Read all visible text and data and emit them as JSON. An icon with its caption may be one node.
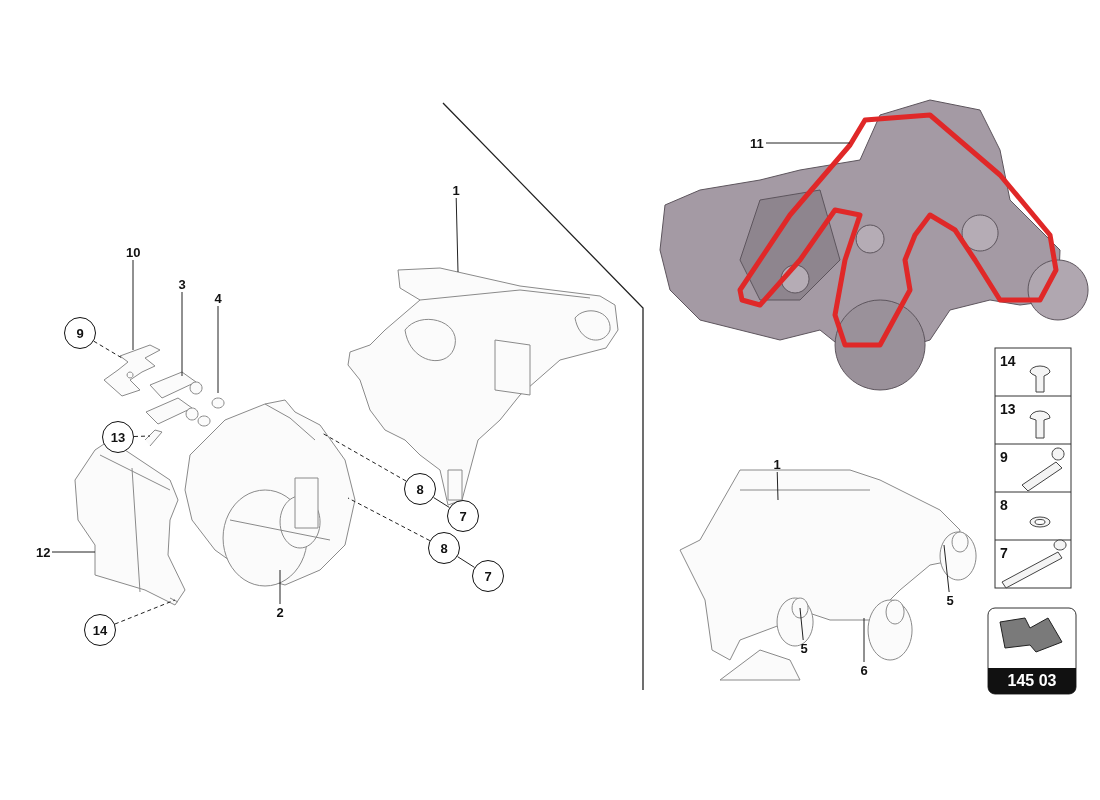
{
  "diagram": {
    "nodes": [
      {
        "text": [
          "1"
        ]
      },
      {
        "text": [
          "11"
        ]
      },
      {
        "text": [
          "10"
        ]
      },
      {
        "text": [
          "3"
        ]
      },
      {
        "text": [
          "4"
        ]
      },
      {
        "text": [
          "9"
        ]
      },
      {
        "text": [
          "1"
        ]
      },
      {
        "text": [
          "13"
        ]
      },
      {
        "text": [
          "8"
        ]
      },
      {
        "text": [
          "7"
        ]
      },
      {
        "text": [
          "8"
        ]
      },
      {
        "text": [
          "7"
        ]
      },
      {
        "text": [
          "12"
        ]
      },
      {
        "text": [
          "5"
        ]
      },
      {
        "text": [
          "14"
        ]
      },
      {
        "text": [
          "2"
        ]
      },
      {
        "text": [
          "5"
        ]
      },
      {
        "text": [
          "6"
        ]
      },
      {
        "text": [],
        "shape": "picture"
      },
      {
        "text": [],
        "shape": "picture"
      },
      {
        "text": [],
        "shape": "picture"
      },
      {
        "text": [],
        "shape": "picture"
      },
      {
        "text": [],
        "shape": "picture"
      },
      {
        "text": [],
        "shape": "picture"
      },
      {
        "text": [],
        "shape": "picture"
      },
      {
        "text": [],
        "shape": "picture"
      }
    ],
    "edges": [
      {
        "from": 0,
        "to": 23,
        "arrow": "none"
      },
      {
        "from": 1,
        "to": 24,
        "arrow": "none"
      },
      {
        "from": 2,
        "to": 19,
        "arrow": "none"
      },
      {
        "from": 3,
        "to": 20,
        "arrow": "none"
      },
      {
        "from": 4,
        "to": 22,
        "arrow": "none"
      },
      {
        "from": 5,
        "to": 19,
        "arrow": "none",
        "style": "dashed"
      },
      {
        "from": 6,
        "to": 25,
        "arrow": "none"
      },
      {
        "from": 7,
        "to": 18,
        "arrow": "none",
        "style": "dashed"
      },
      {
        "from": 8,
        "to": 21,
        "arrow": "none",
        "style": "dashed"
      },
      {
        "from": 9,
        "to": 8,
        "arrow": "none"
      },
      {
        "from": 10,
        "to": 21,
        "arrow": "none",
        "style": "dashed"
      },
      {
        "from": 11,
        "to": 10,
        "arrow": "none"
      },
      {
        "from": 12,
        "to": 18,
        "arrow": "none"
      },
      {
        "from": 13,
        "to": 25,
        "arrow": "none"
      },
      {
        "from": 14,
        "to": 18,
        "arrow": "none",
        "style": "dashed"
      },
      {
        "from": 15,
        "to": 21,
        "arrow": "none"
      },
      {
        "from": 16,
        "to": 25,
        "arrow": "none"
      },
      {
        "from": 17,
        "to": 25,
        "arrow": "none"
      }
    ],
    "labels": [
      "14",
      "13",
      "9",
      "8",
      "7",
      "145 03"
    ]
  }
}
